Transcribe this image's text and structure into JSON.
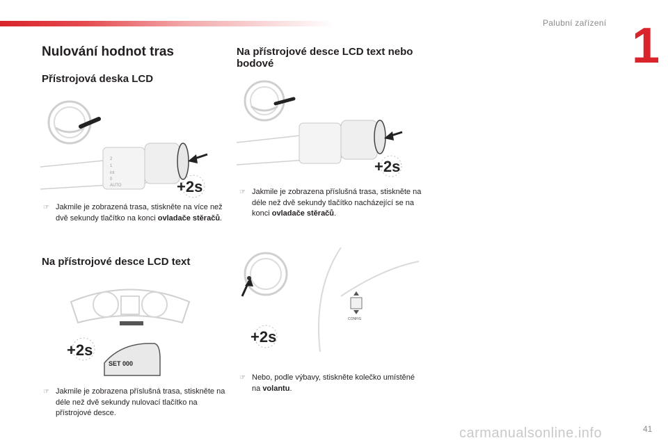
{
  "header": {
    "chapter_title": "Palubní zařízení",
    "chapter_number": "1",
    "accent_color": "#d9242b"
  },
  "main_title": "Nulování hodnot tras",
  "sections": {
    "lcd_panel": {
      "heading": "Přístrojová deska LCD",
      "text_before": "Jakmile je zobrazená trasa, stiskněte na více než dvě sekundy tlačítko na konci",
      "text_bold": "ovladače stěračů",
      "text_after": "."
    },
    "lcd_text": {
      "heading": "Na přístrojové desce LCD text",
      "text": "Jakmile je zobrazena příslušná trasa, stiskněte na déle než dvě sekundy nulovací tlačítko na přístrojové desce."
    },
    "lcd_text_or_dot": {
      "heading": "Na přístrojové desce LCD text nebo bodové",
      "text_before": "Jakmile je zobrazena příslušná trasa, stiskněte na déle než dvě sekundy tlačítko nacházející se na konci",
      "text_bold": "ovladače stěračů",
      "text_after": "."
    },
    "steering_wheel": {
      "text_before": "Nebo, podle výbavy, stiskněte kolečko umístěné na",
      "text_bold": "volantu",
      "text_after": "."
    }
  },
  "illustrations": {
    "press_badge": "+2s",
    "set_button": "SET 000",
    "stalk_markings": [
      "2",
      "1",
      "int",
      "0",
      "AUTO"
    ],
    "config_label": "CONFIG",
    "icons": [
      "bullet-icon",
      "arrow-icon",
      "hold-badge-icon",
      "steering-wheel-icon"
    ]
  },
  "footer": {
    "page_number": "41",
    "watermark": "carmanualsonline.info"
  }
}
